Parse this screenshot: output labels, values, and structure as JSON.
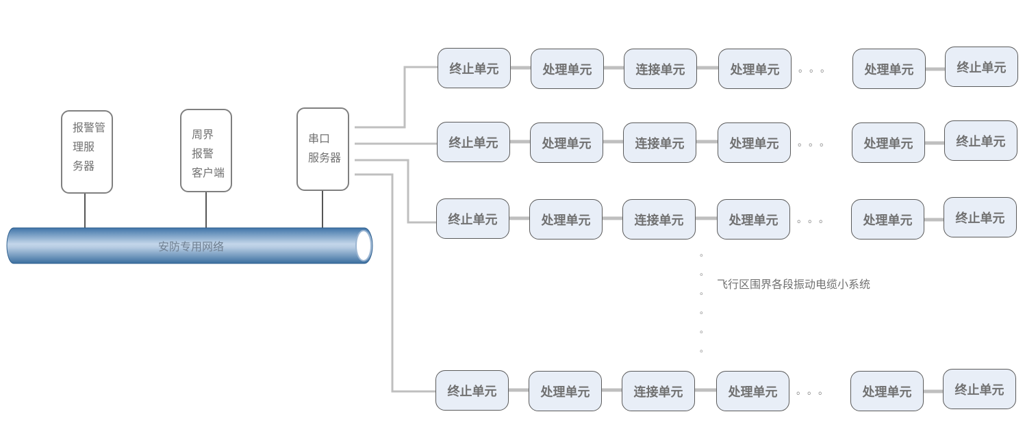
{
  "servers": {
    "alarm_mgmt": {
      "lines": [
        "报警管",
        "理服",
        "务器"
      ]
    },
    "perimeter_client": {
      "lines": [
        "周界",
        "报警",
        "客户端"
      ]
    },
    "serial": {
      "lines": [
        "串口",
        "服务器"
      ]
    }
  },
  "network": {
    "label": "安防专用网络"
  },
  "chain_rows": [
    {
      "units": [
        "终止单元",
        "处理单元",
        "连接单元",
        "处理单元",
        "处理单元",
        "终止单元"
      ],
      "ellipsis": "。。。"
    },
    {
      "units": [
        "终止单元",
        "处理单元",
        "连接单元",
        "处理单元",
        "处理单元",
        "终止单元"
      ],
      "ellipsis": "。。。"
    },
    {
      "units": [
        "终止单元",
        "处理单元",
        "连接单元",
        "处理单元",
        "处理单元",
        "终止单元"
      ],
      "ellipsis": "。。。"
    },
    {
      "units": [
        "终止单元",
        "处理单元",
        "连接单元",
        "处理单元",
        "处理单元",
        "终止单元"
      ],
      "ellipsis": "。。。"
    }
  ],
  "vertical_ellipsis": [
    "。",
    "。",
    "。",
    "。",
    "。",
    "。"
  ],
  "subsystem_label": "飞行区围界各段振动电缆小系统",
  "colors": {
    "unit_fill": "#e8eef7",
    "unit_border": "#595959",
    "wire": "#bfbfbf",
    "pipe": "#5b8dc0"
  }
}
